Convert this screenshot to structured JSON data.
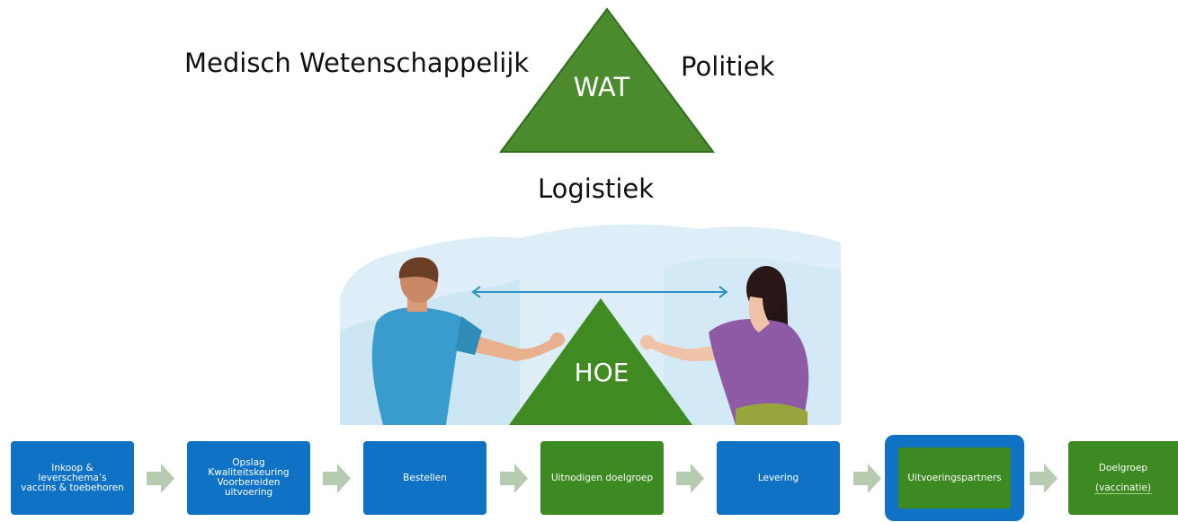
{
  "top": {
    "left_label": "Medisch Wetenschappelijk",
    "right_label": "Politiek",
    "triangle_label": "WAT",
    "bottom_label": "Logistiek"
  },
  "illustration": {
    "triangle_label": "HOE"
  },
  "process_steps": [
    {
      "label": "Inkoop &\nleverschema’s\nvaccins & toebehoren",
      "color": "blue"
    },
    {
      "label": "Opslag\nKwaliteitskeuring\nVoorbereiden\nuitvoering",
      "color": "blue"
    },
    {
      "label": "Bestellen",
      "color": "blue"
    },
    {
      "label": "Uitnodigen doelgroep",
      "color": "green"
    },
    {
      "label": "Levering",
      "color": "blue"
    },
    {
      "label": "Uitvoeringspartners",
      "color": "green",
      "highlighted": true
    },
    {
      "label": "Doelgroep",
      "sublabel": "(vaccinatie)",
      "color": "green"
    }
  ],
  "colors": {
    "green": "#3c8a21",
    "blue": "#0f72c5",
    "arrow": "#b7cbb0"
  }
}
